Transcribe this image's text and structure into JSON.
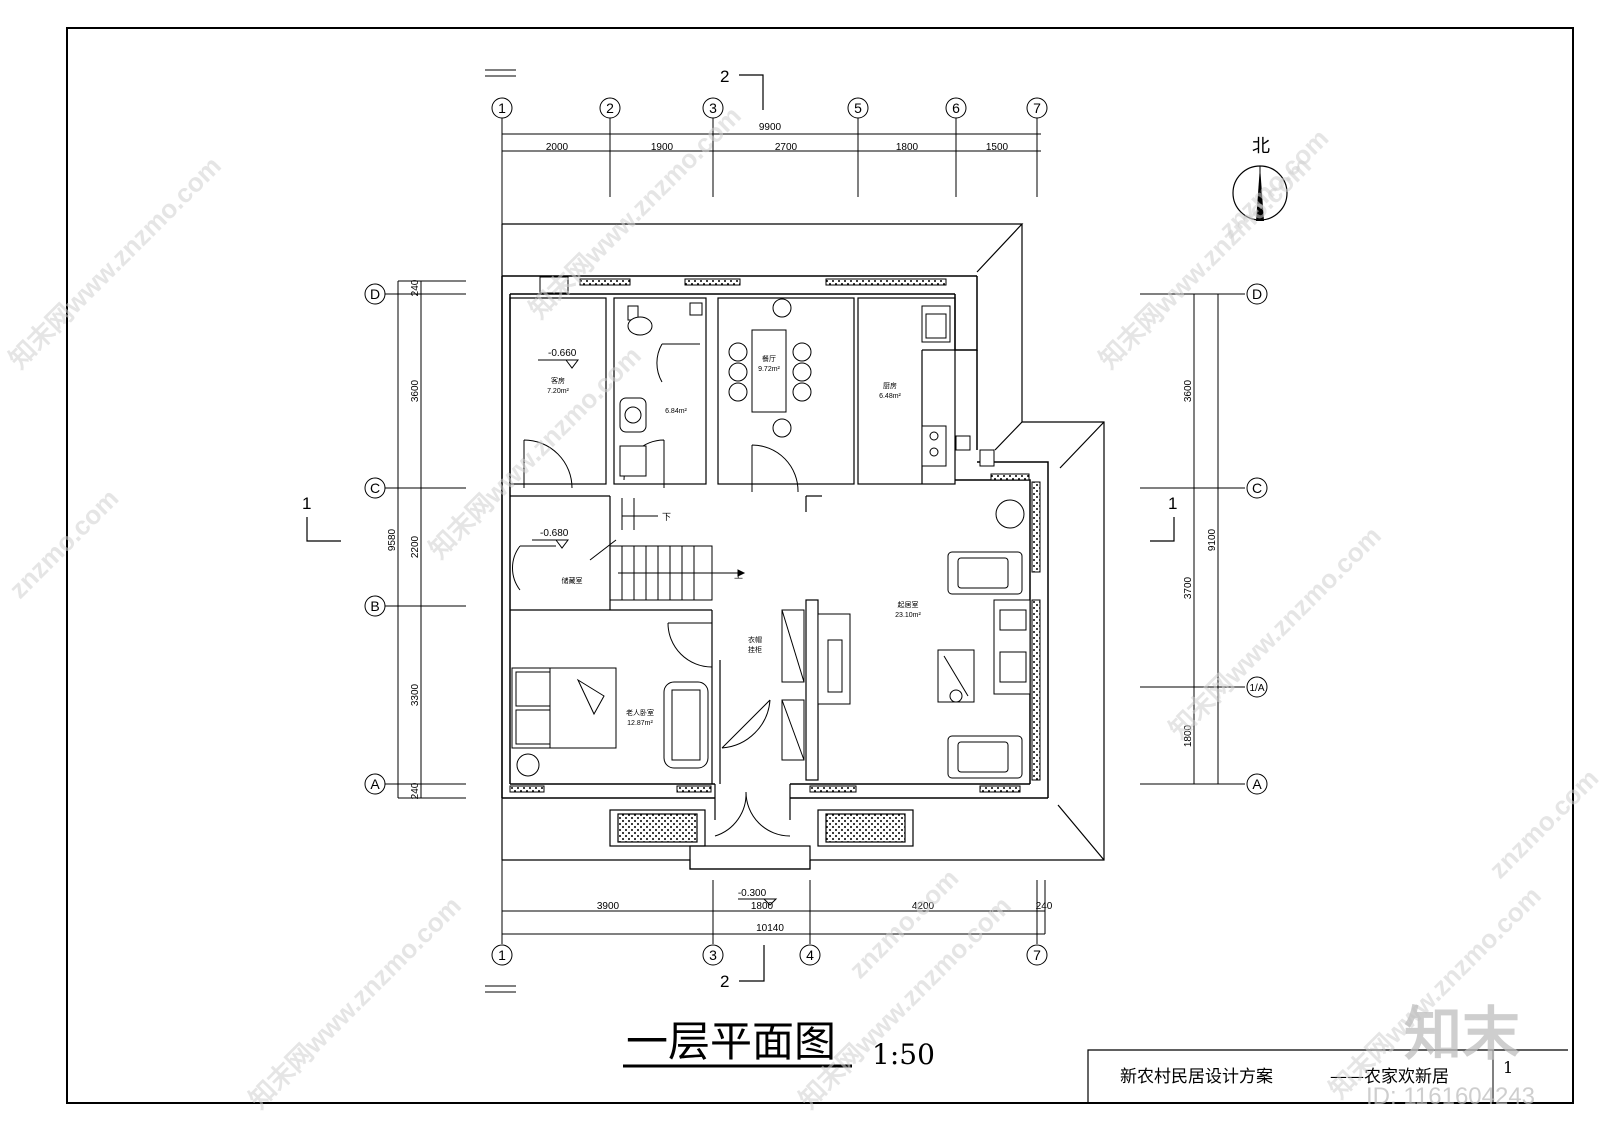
{
  "title": {
    "main": "一层平面图",
    "scale": "1:50"
  },
  "north_label": "北",
  "title_block": {
    "project": "新农村民居设计方案",
    "subtitle": "——农家欢新居",
    "sheet": "1"
  },
  "watermark": {
    "brand": "知末",
    "id": "ID: 1161604243",
    "site": "znzmo.com",
    "site_www": "知末网www.znzmo.com"
  },
  "axes_top": [
    "1",
    "2",
    "3",
    "5",
    "6",
    "7"
  ],
  "axes_bottom": [
    "1",
    "3",
    "4",
    "7"
  ],
  "axes_left": [
    "D",
    "C",
    "B",
    "A"
  ],
  "axes_right": [
    "D",
    "C",
    "1/A",
    "A"
  ],
  "section_labels": {
    "s1_left": "1",
    "s1_right": "1",
    "s2_top": "2",
    "s2_bottom": "2"
  },
  "dims_top": {
    "total": "9900",
    "segments": [
      "2000",
      "1900",
      "2700",
      "1800",
      "1500"
    ]
  },
  "dims_bottom": {
    "total": "10140",
    "segments": [
      "3900",
      "1800",
      "4200",
      "240"
    ]
  },
  "dims_left": {
    "total": "9580",
    "segments": [
      "240",
      "3600",
      "2200",
      "3300",
      "240"
    ]
  },
  "dims_right": {
    "total": "9100",
    "segments": [
      "3600",
      "3700",
      "1800"
    ]
  },
  "levels": {
    "bedroom": "-0.660",
    "storage": "-0.680",
    "entry": "-0.300"
  },
  "rooms": {
    "guest": {
      "name": "客房",
      "area": "7.20m²"
    },
    "bath": {
      "name": "",
      "area": "6.84m²"
    },
    "dining": {
      "name": "餐厅",
      "area": "9.72m²"
    },
    "kitchen": {
      "name": "厨房",
      "area": "6.48m²"
    },
    "living": {
      "name": "起居室",
      "area": "23.10m²"
    },
    "master": {
      "name": "老人卧室",
      "area": "12.87m²"
    },
    "storage": {
      "name": "储藏室"
    },
    "closet": {
      "line1": "衣帽",
      "line2": "挂柜"
    }
  },
  "stairs": {
    "down": "下",
    "up": "上"
  }
}
